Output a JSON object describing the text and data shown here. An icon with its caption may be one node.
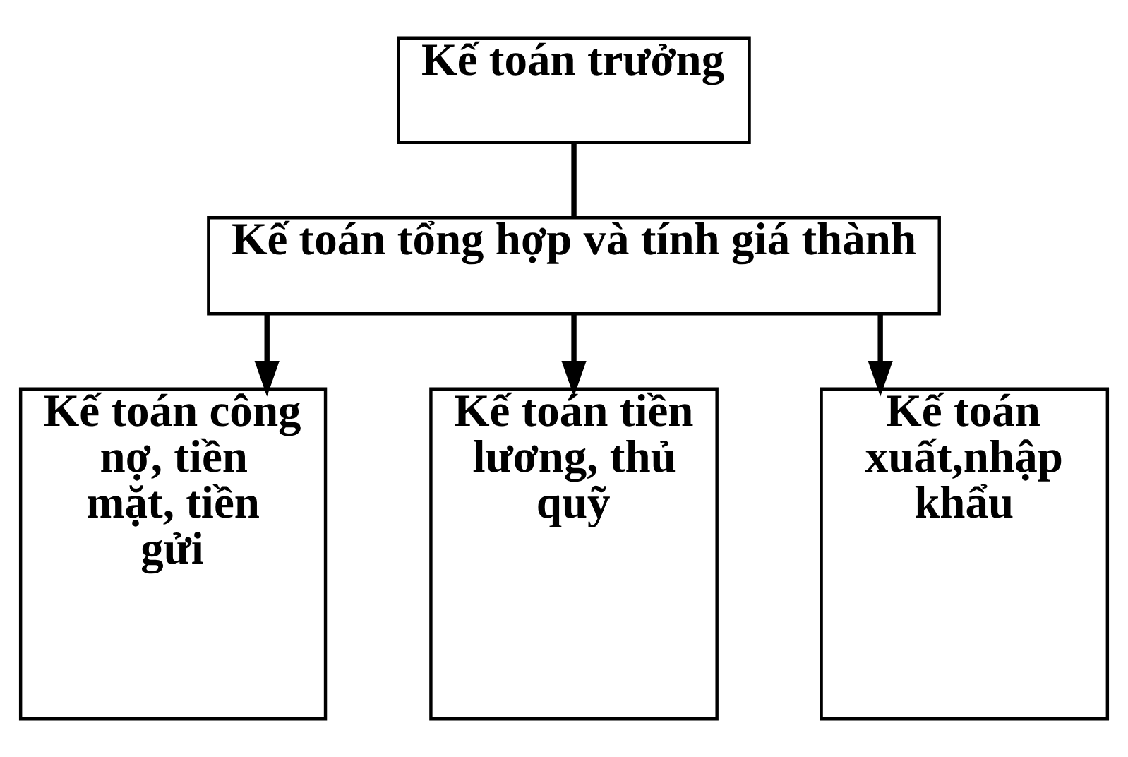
{
  "diagram": {
    "nodes": [
      {
        "text": [
          "Kế toán trưởng"
        ]
      },
      {
        "text": [
          "Kế toán tổng hợp và tính giá thành"
        ]
      },
      {
        "text": [
          "Kế toán công nợ, tiền mặt, tiền gửi"
        ]
      },
      {
        "text": [
          "Kế toán tiền lương, thủ quỹ"
        ]
      },
      {
        "text": [
          "Kế toán xuất,nhập khẩu"
        ]
      }
    ],
    "edges": [
      {
        "from": 0,
        "to": 1,
        "arrow": "none"
      },
      {
        "from": 1,
        "to": 2,
        "arrow": "to"
      },
      {
        "from": 1,
        "to": 3,
        "arrow": "to"
      },
      {
        "from": 1,
        "to": 4,
        "arrow": "to"
      }
    ]
  }
}
